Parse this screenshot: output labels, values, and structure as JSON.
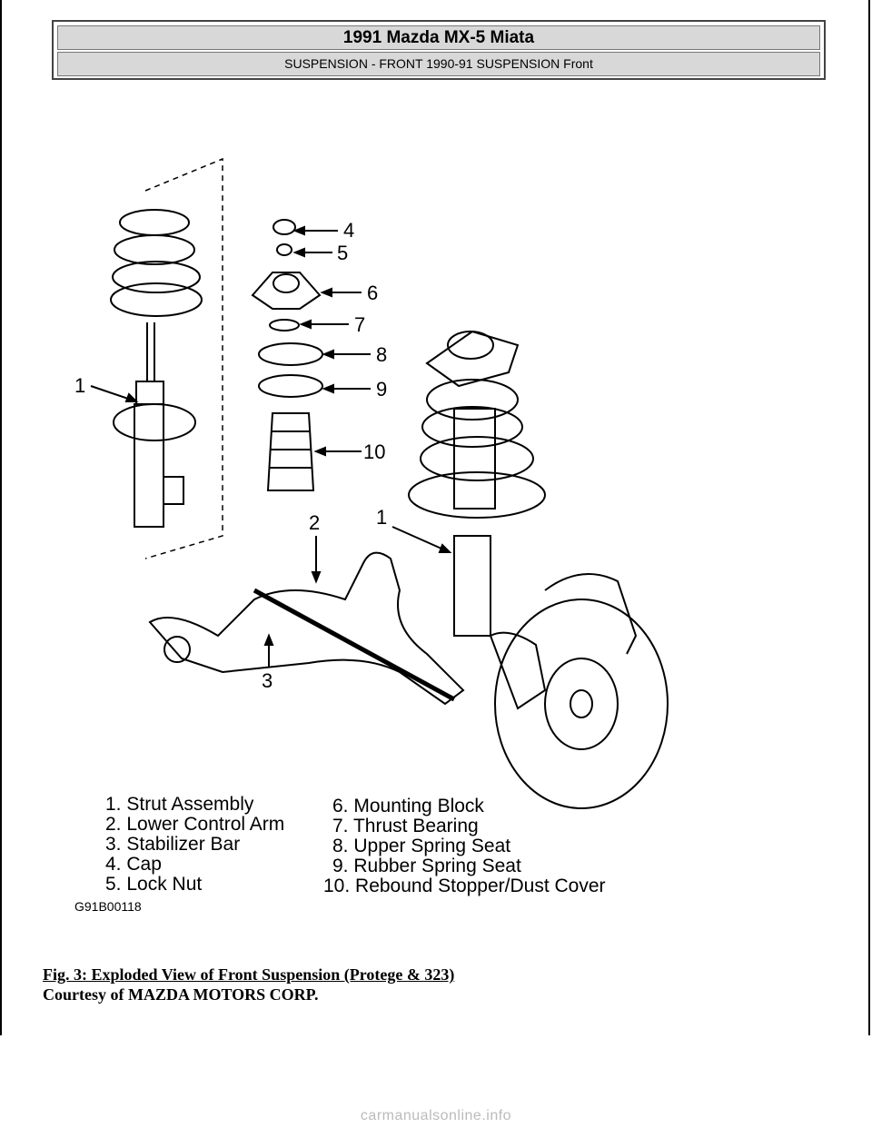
{
  "header": {
    "title": "1991 Mazda MX-5 Miata",
    "subtitle": "SUSPENSION - FRONT 1990-91 SUSPENSION Front"
  },
  "figure": {
    "callouts": [
      "1",
      "2",
      "3",
      "4",
      "5",
      "6",
      "7",
      "8",
      "9",
      "10",
      "1"
    ],
    "legend_left": [
      "1. Strut Assembly",
      "2. Lower Control Arm",
      "3. Stabilizer Bar",
      "4. Cap",
      "5. Lock Nut"
    ],
    "legend_right": [
      "6. Mounting Block",
      "7. Thrust Bearing",
      "8. Upper Spring Seat",
      "9. Rubber Spring Seat",
      "10. Rebound Stopper/Dust Cover"
    ],
    "code": "G91B00118"
  },
  "caption": {
    "line1": "Fig. 3: Exploded View of Front Suspension (Protege & 323)",
    "line2": "Courtesy of MAZDA MOTORS CORP."
  },
  "footer": "carmanualsonline.info"
}
